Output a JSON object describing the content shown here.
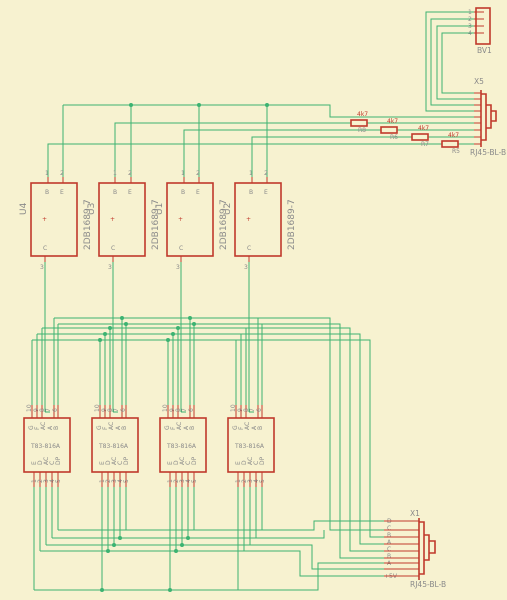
{
  "bv1": {
    "ref": "BV1",
    "pins": [
      "1",
      "2",
      "3",
      "4"
    ]
  },
  "x5": {
    "ref": "X5",
    "part": "RJ45-BL-B"
  },
  "x1": {
    "ref": "X1",
    "part": "RJ45-BL-B",
    "labels": [
      "D",
      "C",
      "B",
      "A",
      "C",
      "B",
      "A",
      "+5V"
    ]
  },
  "resistors": [
    {
      "ref": "R8",
      "value": "4k7"
    },
    {
      "ref": "R6",
      "value": "4k7"
    },
    {
      "ref": "R7",
      "value": "4k7"
    },
    {
      "ref": "R5",
      "value": "4k7"
    }
  ],
  "transistors": [
    {
      "ref": "U4",
      "part": "2DB1689-7"
    },
    {
      "ref": "U3",
      "part": "2DB1689-7"
    },
    {
      "ref": "U1",
      "part": "2DB1689-7"
    },
    {
      "ref": "U2",
      "part": "2DB1689-7"
    }
  ],
  "transistor_pins": {
    "b": "B",
    "e": "E",
    "c": "C",
    "n1": "1",
    "n2": "2",
    "n3": "3"
  },
  "displays": [
    {
      "part": "T83-816A",
      "top_pins": [
        "10",
        "9",
        "8",
        "7",
        "6"
      ],
      "top_names": [
        "G",
        "F",
        "AC",
        "A",
        "B"
      ],
      "bot_pins": [
        "1",
        "2",
        "3",
        "4",
        "5"
      ],
      "bot_names": [
        "E",
        "D",
        "AC",
        "C",
        "DP"
      ]
    },
    {
      "part": "T83-816A",
      "top_pins": [
        "10",
        "9",
        "8",
        "7",
        "6"
      ],
      "top_names": [
        "G",
        "F",
        "AC",
        "A",
        "B"
      ],
      "bot_pins": [
        "1",
        "2",
        "3",
        "4",
        "5"
      ],
      "bot_names": [
        "E",
        "D",
        "AC",
        "C",
        "DP"
      ]
    },
    {
      "part": "T83-816A",
      "top_pins": [
        "10",
        "9",
        "8",
        "7",
        "6"
      ],
      "top_names": [
        "G",
        "F",
        "AC",
        "A",
        "B"
      ],
      "bot_pins": [
        "1",
        "2",
        "3",
        "4",
        "5"
      ],
      "bot_names": [
        "E",
        "D",
        "AC",
        "C",
        "DP"
      ]
    },
    {
      "part": "T83-816A",
      "top_pins": [
        "10",
        "9",
        "8",
        "7",
        "6"
      ],
      "top_names": [
        "G",
        "F",
        "AC",
        "A",
        "B"
      ],
      "bot_pins": [
        "1",
        "2",
        "3",
        "4",
        "5"
      ],
      "bot_names": [
        "E",
        "D",
        "AC",
        "C",
        "DP"
      ]
    }
  ]
}
